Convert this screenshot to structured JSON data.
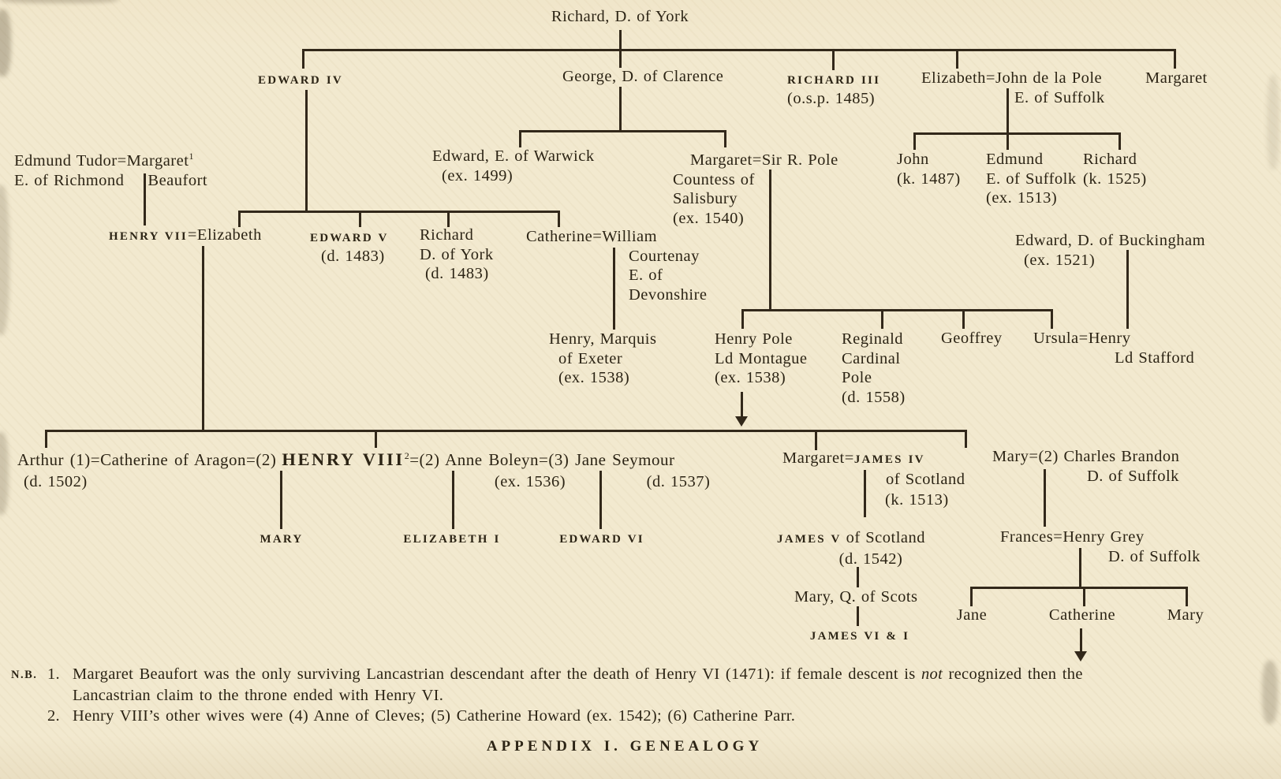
{
  "title": "APPENDIX I. GENEALOGY",
  "notes": {
    "label": "N.B.",
    "item1": {
      "num": "1.",
      "pre": "Margaret Beaufort was the only surviving Lancastrian descendant after the death of Henry VI (1471): if female descent is ",
      "em": "not",
      "post": " recognized then the",
      "line2": "Lancastrian claim to the throne ended with Henry VI."
    },
    "item2": {
      "num": "2.",
      "text": "Henry VIII’s other wives were (4) Anne of Cleves; (5) Catherine Howard (ex. 1542); (6) Catherine Parr."
    }
  },
  "tree": {
    "richard_york": "Richard, D. of York",
    "edward_iv": "EDWARD IV",
    "george": "George, D. of Clarence",
    "richard_iii": "RICHARD III",
    "richard_iii_d": "(o.s.p. 1485)",
    "elizabeth_pole": "Elizabeth=John de la Pole",
    "elizabeth_pole_t": "E. of Suffolk",
    "margaret_sr": "Margaret",
    "edmund_tudor_a": "Edmund Tudor=",
    "edmund_tudor_b": "Margaret",
    "edmund_tudor_sup": "1",
    "edmund_tudor_l2a": "E. of Richmond",
    "edmund_tudor_l2b": "Beaufort",
    "warwick": "Edward, E. of Warwick",
    "warwick_d": "(ex. 1499)",
    "margaret_pole": "Margaret=Sir R. Pole",
    "margaret_pole_l2": "Countess of",
    "margaret_pole_l3": "Salisbury",
    "margaret_pole_d": "(ex. 1540)",
    "john_pole": "John",
    "john_pole_d": "(k. 1487)",
    "edmund_pole": "Edmund",
    "edmund_pole_t": "E. of Suffolk",
    "edmund_pole_d": "(ex. 1513)",
    "richard_pole": "Richard",
    "richard_pole_d": "(k. 1525)",
    "henry_vii": "HENRY VII",
    "henry_vii_sp": "=Elizabeth",
    "edward_v": "EDWARD V",
    "edward_v_d": "(d. 1483)",
    "richard_dy": "Richard",
    "richard_dy_t": "D. of York",
    "richard_dy_d": "(d. 1483)",
    "catherine_c": "Catherine=William",
    "catherine_c_l2": "Courtenay",
    "catherine_c_l3": "E. of",
    "catherine_c_l4": "Devonshire",
    "buckingham": "Edward, D. of Buckingham",
    "buckingham_d": "(ex. 1521)",
    "exeter": "Henry, Marquis",
    "exeter_l2": "of Exeter",
    "exeter_d": "(ex. 1538)",
    "montague": "Henry Pole",
    "montague_l2": "Ld Montague",
    "montague_d": "(ex. 1538)",
    "reginald": "Reginald",
    "reginald_l2": "Cardinal",
    "reginald_l3": "Pole",
    "reginald_d": "(d. 1558)",
    "geoffrey": "Geoffrey",
    "ursula": "Ursula=Henry",
    "ursula_l2": "Ld Stafford",
    "hviii_pre": "Arthur (1)=Catherine of Aragon=(2)",
    "hviii_caps": "HENRY VIII",
    "hviii_sup": "2",
    "hviii_post": "=(2) Anne Boleyn=(3) Jane Seymour",
    "arthur_d": "(d. 1502)",
    "boleyn_d": "(ex. 1536)",
    "seymour_d": "(d. 1537)",
    "margaret_tudor": "Margaret=",
    "margaret_tudor_sp": "JAMES IV",
    "margaret_tudor_l2": "of Scotland",
    "margaret_tudor_d": "(k. 1513)",
    "mary_tudor": "Mary=(2) Charles Brandon",
    "mary_tudor_l2": "D. of Suffolk",
    "mary_i": "MARY",
    "elizabeth_i": "ELIZABETH I",
    "edward_vi": "EDWARD VI",
    "james_v": "JAMES V",
    "james_v_r": "of Scotland",
    "james_v_d": "(d. 1542)",
    "mary_scots": "Mary, Q. of Scots",
    "james_vi": "JAMES VI & I",
    "frances": "Frances=Henry Grey",
    "frances_l2": "D. of Suffolk",
    "jane_grey": "Jane",
    "catherine_grey": "Catherine",
    "mary_grey": "Mary"
  }
}
